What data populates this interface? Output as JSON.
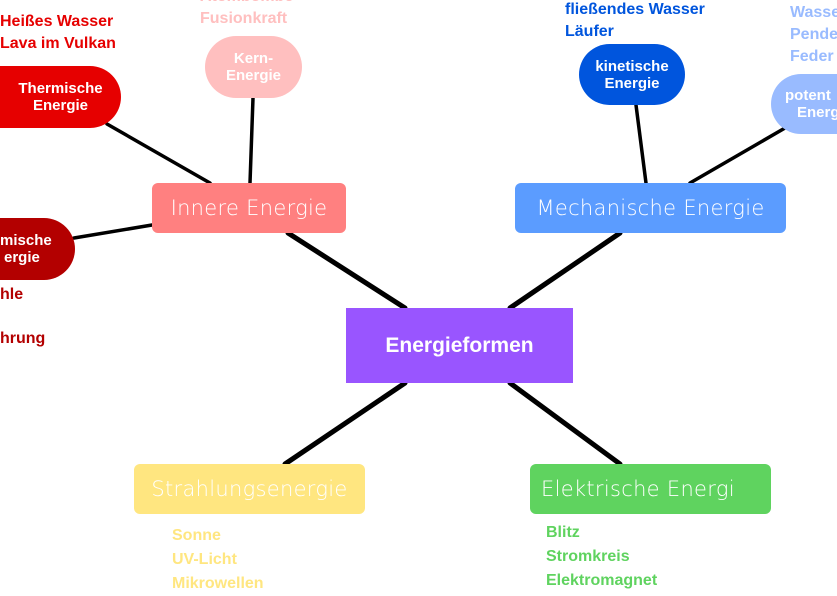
{
  "colors": {
    "center": "#9955ff",
    "innere": "#ff8080",
    "mechanisch": "#5b9cff",
    "strahlung": "#ffe680",
    "elektrisch": "#5fd35f",
    "thermisch": "#e60000",
    "kern": "#ffbfbf",
    "chemisch": "#b30000",
    "kinetisch": "#0055dd",
    "potentiell": "#99bbff"
  },
  "center": {
    "label": "Energieformen"
  },
  "branches": {
    "innere": {
      "label": "Innere Energie"
    },
    "mechanisch": {
      "label": "Mechanische Energie"
    },
    "strahlung": {
      "label": "Strahlungsenergie",
      "examples": [
        "Sonne",
        "UV-Licht",
        "Mikrowellen"
      ]
    },
    "elektrisch": {
      "label": "Elektrische Energi",
      "examples": [
        "Blitz",
        "Stromkreis",
        "Elektromagnet"
      ]
    }
  },
  "subnodes": {
    "thermisch": {
      "line1": "Thermische",
      "line2": "Energie",
      "examples": [
        "Heißes Wasser",
        "Lava im Vulkan"
      ]
    },
    "kern": {
      "line1": "Kern-",
      "line2": "Energie",
      "examples": [
        "Atombombe",
        "Fusionkraft"
      ]
    },
    "chemisch": {
      "line1": "mische",
      "line2": "ergie",
      "examples": [
        "hle",
        "hrung"
      ]
    },
    "kinetisch": {
      "line1": "kinetische",
      "line2": "Energie",
      "examples": [
        "fließendes Wasser",
        "Läufer"
      ]
    },
    "potentiell": {
      "line1": "potent",
      "line2": "Energ",
      "examples": [
        "Wasse",
        "Pende",
        "Feder"
      ]
    }
  }
}
